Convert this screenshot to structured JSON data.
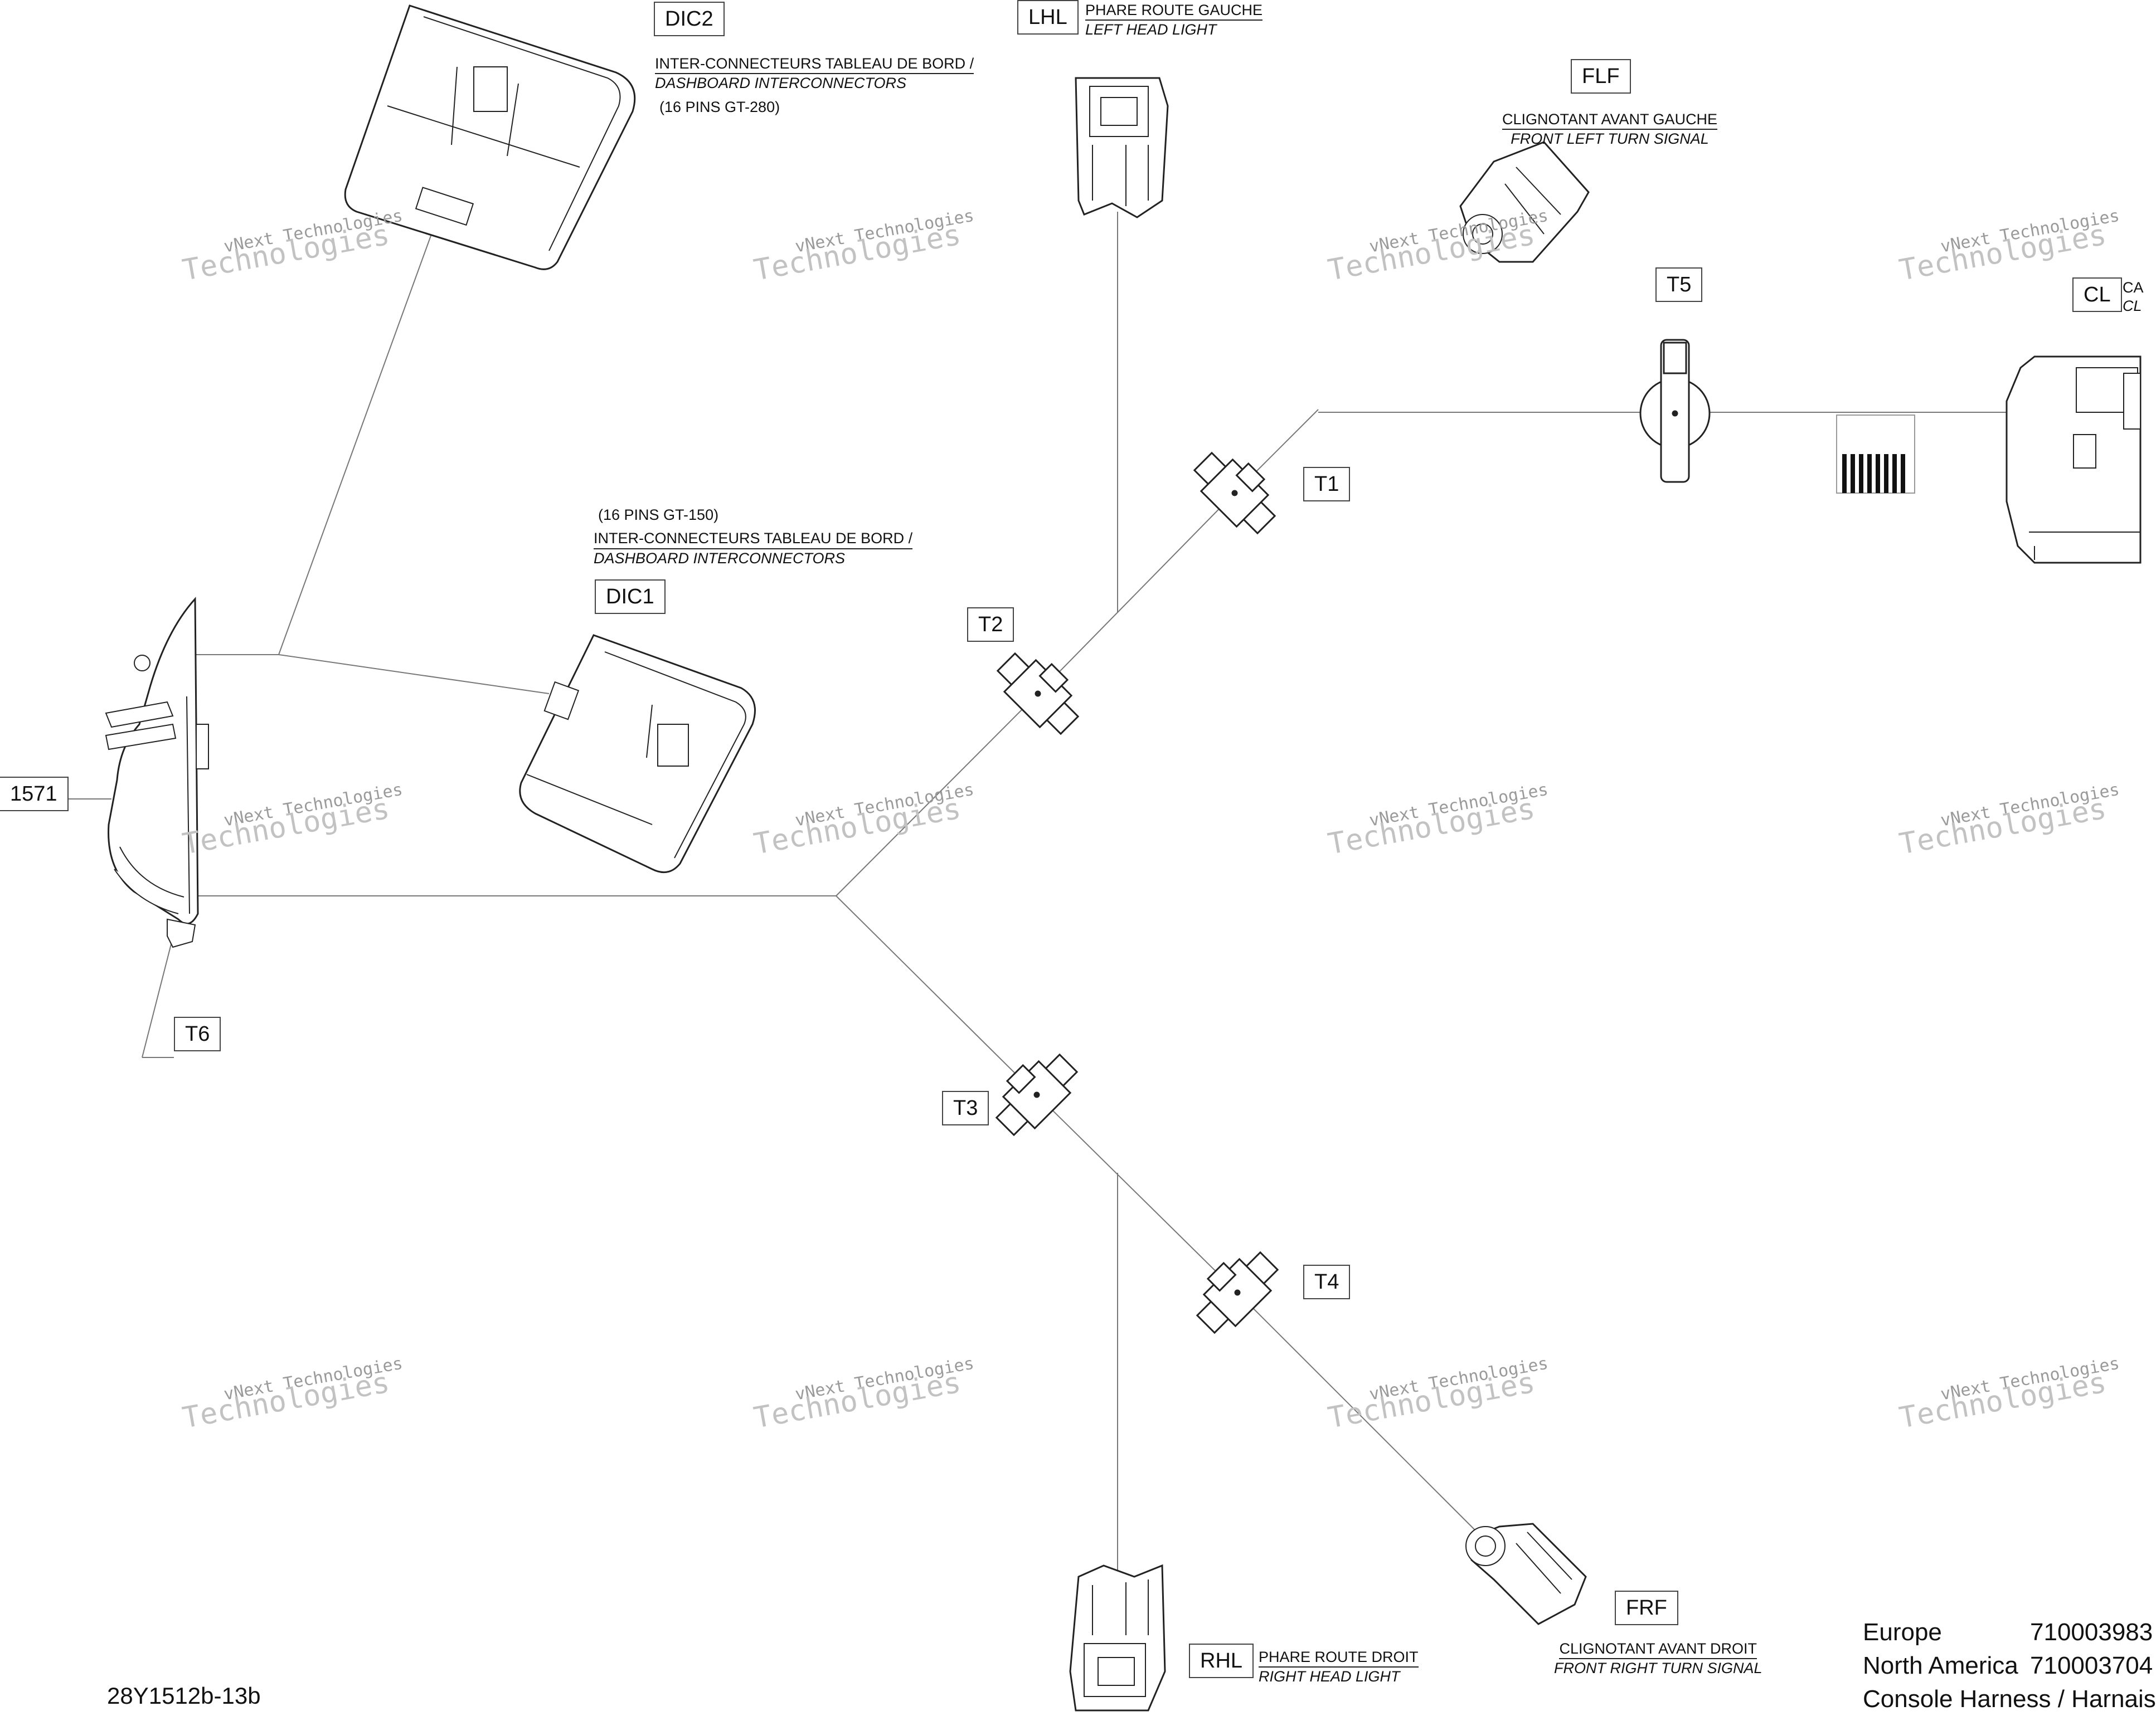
{
  "labels": {
    "dic2": "DIC2",
    "dic1": "DIC1",
    "lhl": "LHL",
    "rhl": "RHL",
    "flf": "FLF",
    "frf": "FRF",
    "t1": "T1",
    "t2": "T2",
    "t3": "T3",
    "t4": "T4",
    "t5": "T5",
    "t6": "T6",
    "cl": "CL",
    "part_1571": "1571"
  },
  "captions": {
    "dic2": {
      "fr": "INTER-CONNECTEURS TABLEAU DE BORD /",
      "en": "DASHBOARD INTERCONNECTORS",
      "pins": "(16 PINS GT-280)"
    },
    "dic1": {
      "pins": "(16 PINS GT-150)",
      "fr": "INTER-CONNECTEURS TABLEAU DE BORD /",
      "en": "DASHBOARD INTERCONNECTORS"
    },
    "lhl": {
      "fr": "PHARE ROUTE GAUCHE",
      "en": "LEFT HEAD LIGHT"
    },
    "rhl": {
      "fr": "PHARE ROUTE DROIT",
      "en": "RIGHT HEAD LIGHT"
    },
    "flf": {
      "fr": "CLIGNOTANT AVANT GAUCHE",
      "en": "FRONT LEFT TURN SIGNAL"
    },
    "frf": {
      "fr": "CLIGNOTANT AVANT DROIT",
      "en": "FRONT RIGHT TURN SIGNAL"
    },
    "cl": {
      "fr": "CA",
      "en": "CL"
    }
  },
  "watermark": {
    "line1": "vNext Technologies",
    "line2": "Technologies"
  },
  "drawing_number": "28Y1512b-13b",
  "part_table": [
    {
      "region": "Europe",
      "number": "710003983"
    },
    {
      "region": "North America",
      "number": "710003704"
    }
  ],
  "title": "Console Harness / Harnais"
}
